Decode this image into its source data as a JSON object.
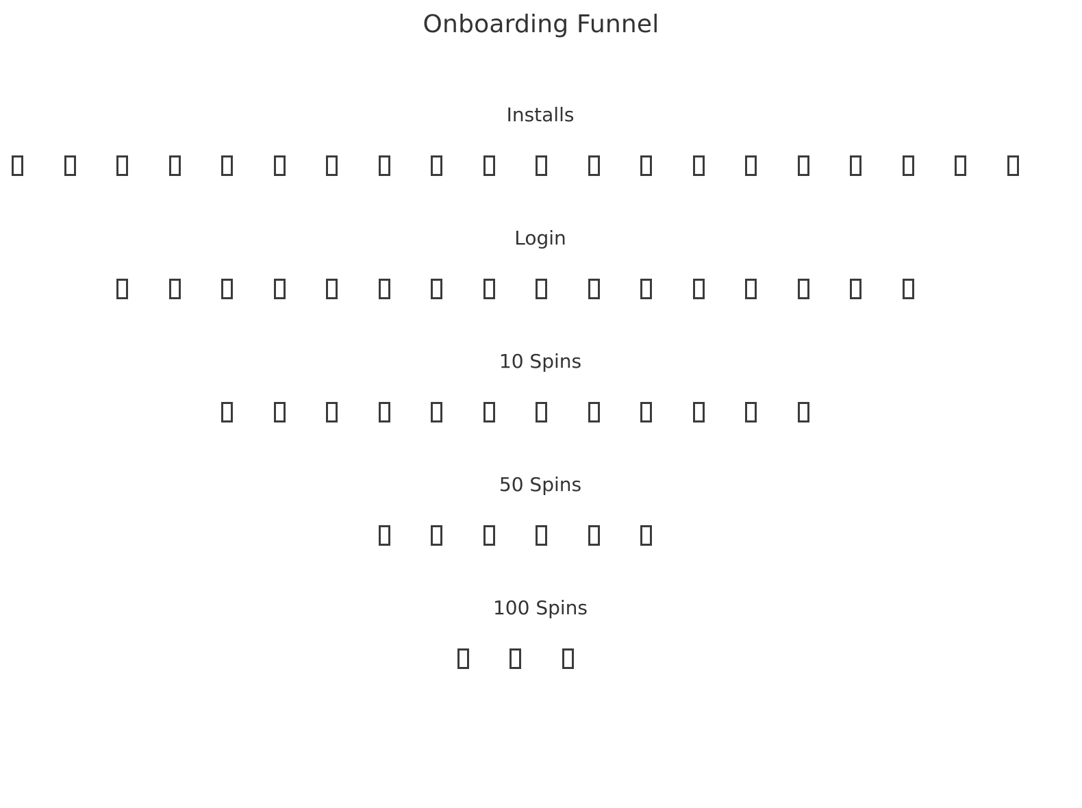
{
  "chart_title": "Onboarding Funnel",
  "background_color": "#ffffff",
  "text_color": "#333333",
  "marker": {
    "name": "missing-glyph-box",
    "description": "tofu placeholder rendered in place of an unsupported emoji marker",
    "stroke_color": "#3b3b3b",
    "fill_color": "#ffffff"
  },
  "stages": [
    {
      "label": "Installs",
      "count": 20
    },
    {
      "label": "Login",
      "count": 16
    },
    {
      "label": "10 Spins",
      "count": 12
    },
    {
      "label": "50 Spins",
      "count": 6
    },
    {
      "label": "100 Spins",
      "count": 3
    }
  ],
  "chart_data": {
    "type": "bar",
    "title": "Onboarding Funnel",
    "subtitle": "",
    "xlabel": "",
    "ylabel": "",
    "orientation": "horizontal",
    "style": "pictogram-funnel",
    "unit_note": "each marker glyph represents one unit",
    "categories": [
      "Installs",
      "Login",
      "10 Spins",
      "50 Spins",
      "100 Spins"
    ],
    "values": [
      20,
      16,
      12,
      6,
      3
    ],
    "xlim": [
      0,
      20
    ],
    "grid": false,
    "legend": null,
    "tick_labels": [
      "Installs",
      "Login",
      "10 Spins",
      "50 Spins",
      "100 Spins"
    ],
    "annotations": []
  }
}
